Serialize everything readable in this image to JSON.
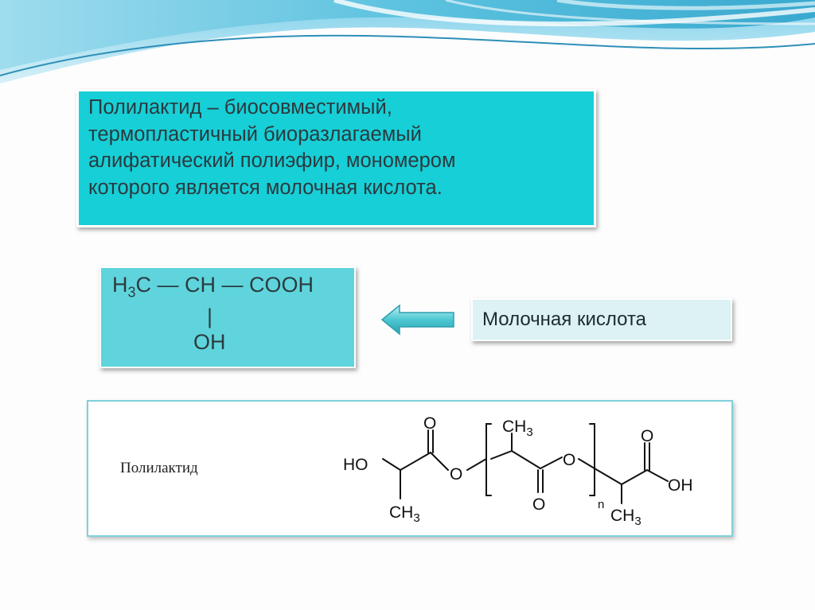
{
  "definition": {
    "text": "Полилактид – биосовместимый,\nтермопластичный биоразлагаемый\nалифатический полиэфир, мономером\nкоторого является молочная кислота."
  },
  "formula": {
    "h3": "H",
    "sub3": "3",
    "main_chain": "C — CH — COOH",
    "bond": "|",
    "oh": "OH"
  },
  "lactic_acid_label": "Молочная кислота",
  "polylactide": {
    "label": "Полилактид",
    "ho": "HO",
    "o_top1": "O",
    "o_ester1": "O",
    "ch3_top": "CH",
    "ch3_top_sub": "3",
    "o_ester2": "O",
    "o_top2": "O",
    "oh": "OH",
    "ch3_bottom1": "CH",
    "ch3_bottom1_sub": "3",
    "o_bottom": "O",
    "n": "n",
    "ch3_bottom2": "CH",
    "ch3_bottom2_sub": "3"
  },
  "colors": {
    "definition_bg": "#17cfd6",
    "formula_bg": "#5fd4dc",
    "label_bg": "#dcf2f4",
    "wave": "#4fb8d8"
  }
}
